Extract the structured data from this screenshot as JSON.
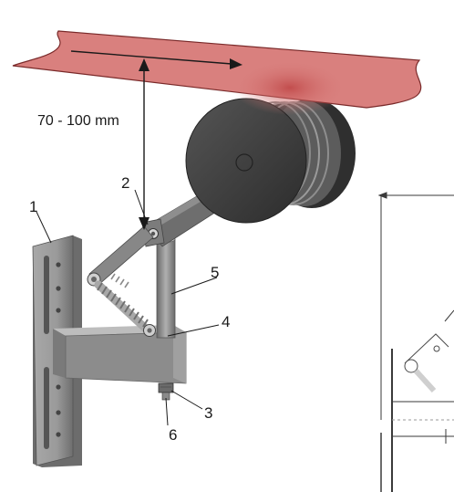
{
  "dimension": {
    "text": "70 - 100 mm"
  },
  "labels": [
    {
      "id": "1",
      "text": "1"
    },
    {
      "id": "2",
      "text": "2"
    },
    {
      "id": "3",
      "text": "3"
    },
    {
      "id": "4",
      "text": "4"
    },
    {
      "id": "5",
      "text": "5"
    },
    {
      "id": "6",
      "text": "6"
    }
  ],
  "colors": {
    "belt": "#d9807e",
    "belt_edge": "#7a2a2a",
    "contact": "#c85a5a",
    "roller": "#3f3f3f",
    "metal": "#8f8f8f",
    "metal_dark": "#5a5a5a",
    "spring": "#9a9a9a"
  }
}
